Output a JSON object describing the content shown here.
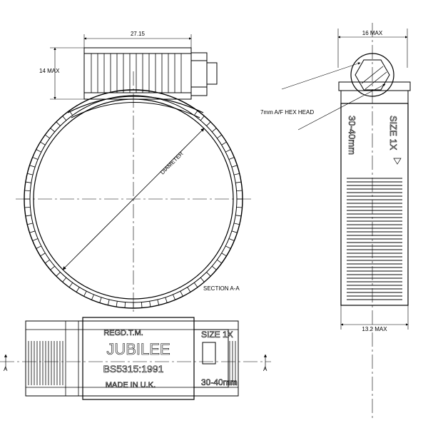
{
  "dimensions": {
    "width_label": "27.15",
    "height_label": "14 MAX",
    "side_width_label": "16 MAX",
    "bottom_width_label": "13.2 MAX",
    "hex_label": "7mm A/F HEX HEAD"
  },
  "labels": {
    "diameter": "DIAMETER",
    "section": "SECTION A-A",
    "section_marker": "A"
  },
  "band_text": {
    "size": "SIZE 1X",
    "range": "30-40mm"
  },
  "housing_text": {
    "registered": "REGD.T.M.",
    "brand": "JUBILEE",
    "standard": "BS5315:1991",
    "origin": "MADE IN U.K.",
    "size": "SIZE 1X",
    "range": "30-40mm"
  },
  "colors": {
    "line": "#000000",
    "background": "#ffffff"
  }
}
